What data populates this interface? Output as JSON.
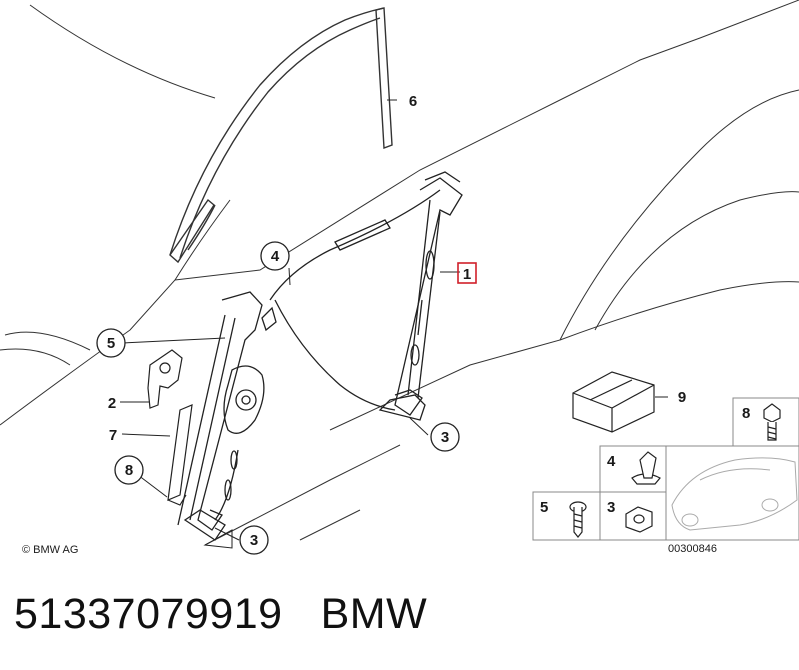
{
  "copyright": "© BMW AG",
  "callouts": {
    "c1": "1",
    "c2": "2",
    "c3a": "3",
    "c3b": "3",
    "c4": "4",
    "c5": "5",
    "c6": "6",
    "c7": "7",
    "c8": "8",
    "c9": "9"
  },
  "parts_table": {
    "cell_8": "8",
    "cell_4": "4",
    "cell_5": "5",
    "cell_3": "3"
  },
  "drawing_ref": "00300846",
  "caption": {
    "part_number": "51337079919",
    "brand": "BMW"
  }
}
